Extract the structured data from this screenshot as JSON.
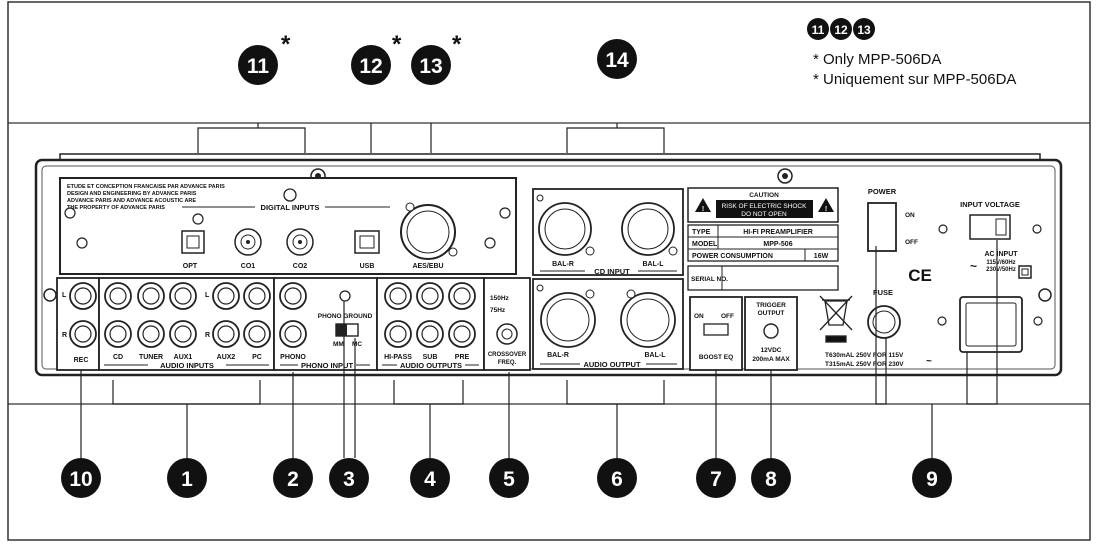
{
  "callouts": {
    "legend_nums": [
      "11",
      "12",
      "13"
    ],
    "notes": [
      "* Only MPP-506DA",
      "* Uniquement sur MPP-506DA"
    ],
    "top": [
      {
        "n": "11",
        "star": "*"
      },
      {
        "n": "12",
        "star": "*"
      },
      {
        "n": "13",
        "star": "*"
      },
      {
        "n": "14",
        "star": ""
      }
    ],
    "bottom": [
      "10",
      "1",
      "2",
      "3",
      "4",
      "5",
      "6",
      "7",
      "8",
      "9"
    ]
  },
  "panel": {
    "credits": [
      "ETUDE ET CONCEPTION FRANCAISE PAR ADVANCE PARIS",
      "DESIGN AND ENGINEERING BY ADVANCE PARIS",
      "ADVANCE PARIS AND ADVANCE ACOUSTIC ARE",
      "THE PROPERTY OF ADVANCE PARIS"
    ],
    "digital_inputs": "DIGITAL INPUTS",
    "digital_labels": [
      "OPT",
      "CO1",
      "CO2",
      "USB",
      "AES/EBU"
    ],
    "cd_input": "CD INPUT",
    "bal_r": "BAL-R",
    "bal_l": "BAL-L",
    "audio_output": "AUDIO OUTPUT",
    "caution": [
      "CAUTION",
      "RISK OF ELECTRIC SHOCK",
      "DO NOT OPEN"
    ],
    "info_rows": [
      [
        "TYPE",
        "HI-FI PREAMPLIFIER"
      ],
      [
        "MODEL",
        "MPP-506"
      ]
    ],
    "power_consumption": "POWER CONSUMPTION",
    "power_value": "16W",
    "serial": "SERIAL NO.",
    "power": "POWER",
    "on": "ON",
    "off": "OFF",
    "input_voltage": "INPUT VOLTAGE",
    "ce": "CE",
    "ac_input": [
      "AC INPUT",
      "115V/60Hz",
      "230V/50Hz"
    ],
    "fuse": "FUSE",
    "fuse_specs": [
      "T630mAL 250V FOR 115V",
      "T315mAL 250V FOR 230V"
    ],
    "l": "L",
    "r": "R",
    "rec": "REC",
    "audio_inputs_names": [
      "CD",
      "TUNER",
      "AUX1",
      "AUX2",
      "PC"
    ],
    "audio_inputs": "AUDIO INPUTS",
    "phono": "PHONO",
    "phono_input": "PHONO INPUT",
    "phono_ground": "PHONO GROUND",
    "mm": "MM",
    "mc": "MC",
    "audio_outputs_names": [
      "HI-PASS",
      "SUB",
      "PRE"
    ],
    "audio_outputs": "AUDIO OUTPUTS",
    "crossover_freqs": [
      "150Hz",
      "75Hz"
    ],
    "crossover": [
      "CROSSOVER",
      "FREQ."
    ],
    "boost_eq": "BOOST EQ",
    "trigger": [
      "TRIGGER",
      "OUTPUT"
    ],
    "trigger_spec": [
      "12VDC",
      "200mA MAX"
    ]
  }
}
